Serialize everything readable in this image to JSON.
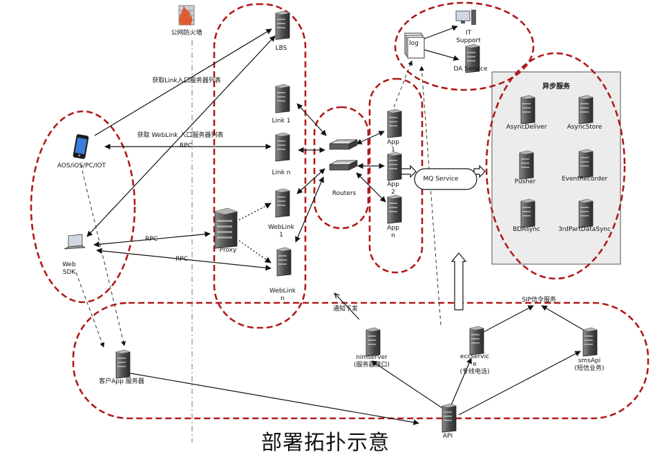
{
  "title": "部署拓扑示意",
  "firewall": {
    "label": "公网防火墙",
    "icon": "firewall-icon"
  },
  "clients": {
    "mobile": {
      "label": "AOS/iOS/PC/IOT",
      "icon": "smartphone-icon"
    },
    "web_sdk": {
      "line1": "Web",
      "line2": "SDK",
      "icon": "laptop-icon"
    }
  },
  "servers": {
    "lbs": "LBS",
    "link1": "Link 1",
    "linkn": "Link n",
    "weblink1": {
      "line1": "WebLink",
      "line2": "1"
    },
    "weblinkn": {
      "line1": "WebLink",
      "line2": "n"
    },
    "proxy": "Proxy",
    "routers": "Routers",
    "app1": {
      "line1": "App",
      "line2": "1"
    },
    "app2": {
      "line1": "App",
      "line2": "2"
    },
    "appn": {
      "line1": "App",
      "line2": "n"
    },
    "customer_app": "客户App 服务器",
    "nimserver": {
      "line1": "nimserver",
      "line2": "(服务器接口)"
    },
    "eccservice": {
      "line1": "eccservic",
      "line2": "e",
      "line3": "(专线电话)"
    },
    "smsapi": {
      "line1": "smsApi",
      "line2": "(短信业务)"
    },
    "api": "API"
  },
  "monitor": {
    "log": "log",
    "it_support_1": "IT",
    "it_support_2": "Support",
    "da_service": "DA Service"
  },
  "mq_service": "MQ Service",
  "async_panel": {
    "title": "异步服务",
    "services": [
      "AsyncDeliver",
      "AsyncStore",
      "Pusher",
      "EventRecorder",
      "BDAsync",
      "3rdPartDataSync"
    ]
  },
  "edges": {
    "get_link": "获取Link入口服务器列表",
    "get_weblink": "获取 WebLink 入口服务器列表",
    "rpc_1": "RPC",
    "rpc_2": "RPC",
    "rpc_3": "RPC",
    "notify": "通知下发",
    "sip": "SIP信令服务"
  },
  "colors": {
    "zone_border": "#b01818",
    "panel_bg": "#ececec",
    "server_body": "#5a5a5a",
    "line": "#111111"
  }
}
